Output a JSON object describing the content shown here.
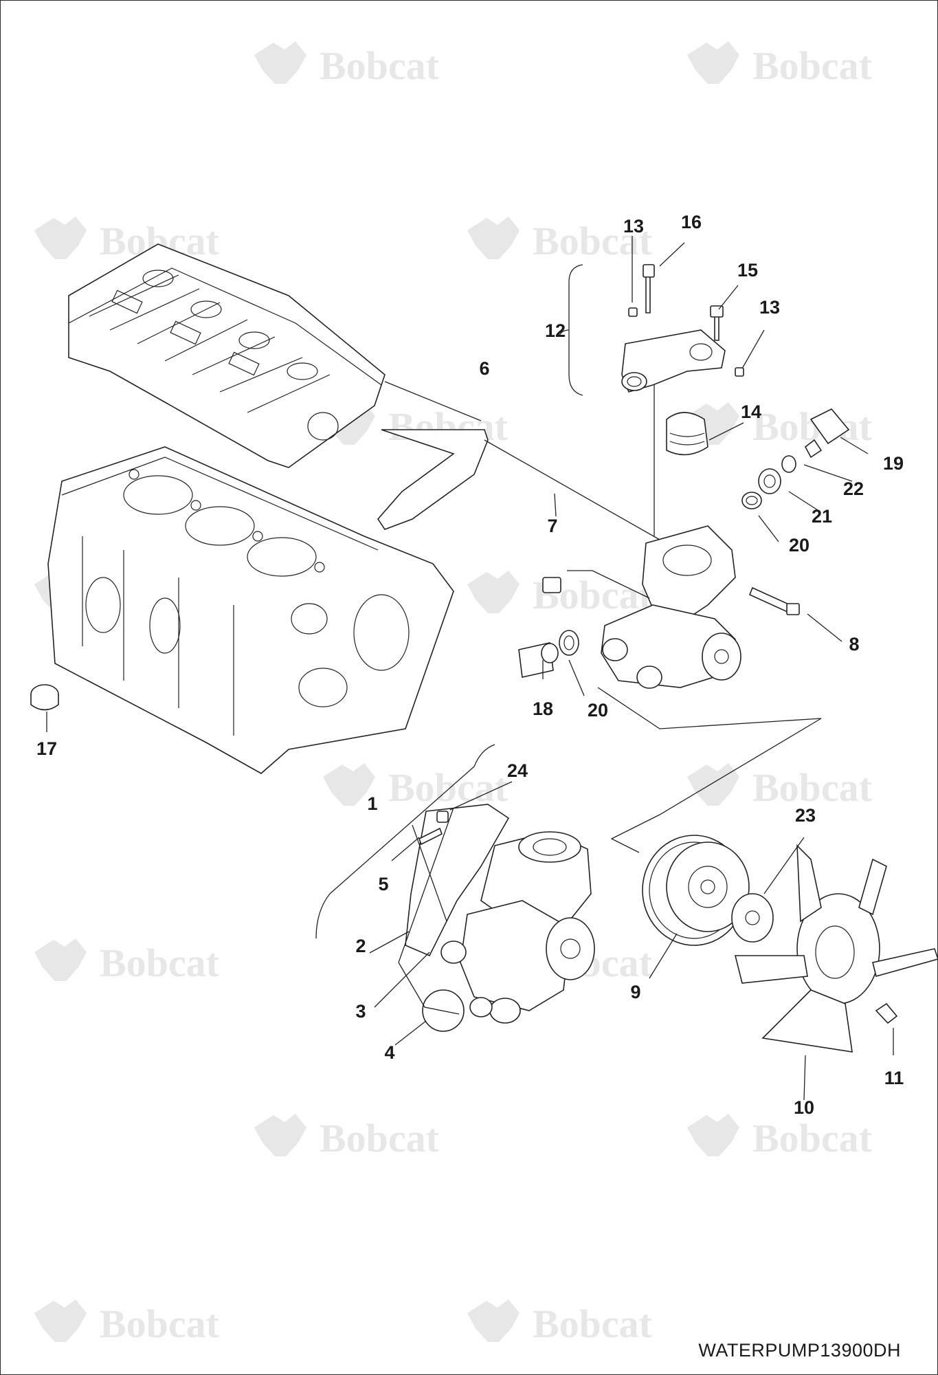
{
  "diagram": {
    "drawing_code": "WATERPUMP13900DH",
    "watermark_text": "Bobcat",
    "watermark_color": "#e7e7e7",
    "line_color": "#222222",
    "callouts": [
      {
        "id": "c1",
        "label": "1"
      },
      {
        "id": "c2",
        "label": "2"
      },
      {
        "id": "c3",
        "label": "3"
      },
      {
        "id": "c4",
        "label": "4"
      },
      {
        "id": "c5",
        "label": "5"
      },
      {
        "id": "c6",
        "label": "6"
      },
      {
        "id": "c7",
        "label": "7"
      },
      {
        "id": "c8",
        "label": "8"
      },
      {
        "id": "c9",
        "label": "9"
      },
      {
        "id": "c10",
        "label": "10"
      },
      {
        "id": "c11",
        "label": "11"
      },
      {
        "id": "c12",
        "label": "12"
      },
      {
        "id": "c13a",
        "label": "13"
      },
      {
        "id": "c13b",
        "label": "13"
      },
      {
        "id": "c14",
        "label": "14"
      },
      {
        "id": "c15",
        "label": "15"
      },
      {
        "id": "c16",
        "label": "16"
      },
      {
        "id": "c17",
        "label": "17"
      },
      {
        "id": "c18",
        "label": "18"
      },
      {
        "id": "c19",
        "label": "19"
      },
      {
        "id": "c20a",
        "label": "20"
      },
      {
        "id": "c20b",
        "label": "20"
      },
      {
        "id": "c21",
        "label": "21"
      },
      {
        "id": "c22",
        "label": "22"
      },
      {
        "id": "c23",
        "label": "23"
      },
      {
        "id": "c24",
        "label": "24"
      }
    ]
  }
}
